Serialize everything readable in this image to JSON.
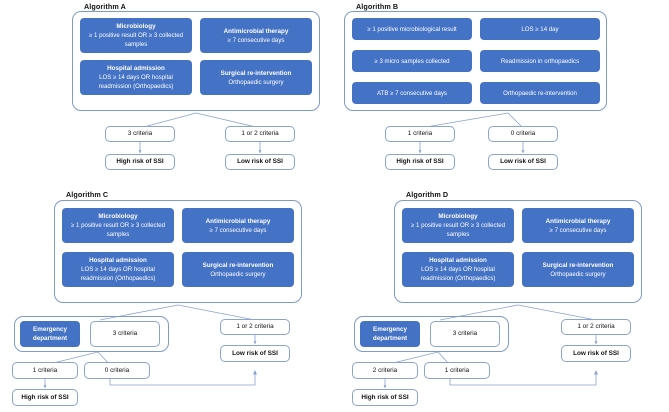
{
  "figure": {
    "type": "flowchart-set",
    "panels": 4,
    "accent_blue": "#4472C4",
    "outline_blue": "#8AA4CF",
    "background": "#FFFFFF"
  },
  "algorithm_a": {
    "title": "Algorithm A",
    "criteria": [
      {
        "heading": "Microbiology",
        "detail": "≥ 1 positive result OR ≥ 3 collected samples"
      },
      {
        "heading": "Antimicrobial therapy",
        "detail": "≥ 7 consecutive days"
      },
      {
        "heading": "Hospital admission",
        "detail": "LOS ≥ 14 days OR hospital readmission (Orthopaedics)"
      },
      {
        "heading": "Surgical re-intervention",
        "detail": "Orthopaedic surgery"
      }
    ],
    "branches": [
      {
        "condition": "3 criteria",
        "outcome": "High risk of SSI"
      },
      {
        "condition": "1 or 2 criteria",
        "outcome": "Low risk of SSI"
      }
    ]
  },
  "algorithm_b": {
    "title": "Algorithm B",
    "criteria": [
      {
        "heading": "",
        "detail": "≥ 1 positive microbiological result"
      },
      {
        "heading": "",
        "detail": "LOS ≥ 14 day"
      },
      {
        "heading": "",
        "detail": "≥ 3 micro samples collected"
      },
      {
        "heading": "",
        "detail": "Readmission in orthopaedics"
      },
      {
        "heading": "",
        "detail": "ATB ≥ 7 consecutive days"
      },
      {
        "heading": "",
        "detail": "Orthopaedic re-intervention"
      }
    ],
    "branches": [
      {
        "condition": "1 criteria",
        "outcome": "High risk of SSI"
      },
      {
        "condition": "0 criteria",
        "outcome": "Low risk of SSI"
      }
    ]
  },
  "algorithm_c": {
    "title": "Algorithm C",
    "criteria": [
      {
        "heading": "Microbiology",
        "detail": "≥ 1 positive result OR ≥ 3 collected samples"
      },
      {
        "heading": "Antimicrobial therapy",
        "detail": "≥ 7 consecutive days"
      },
      {
        "heading": "Hospital admission",
        "detail": "LOS ≥ 14 days OR hospital readmission (Orthopaedics)"
      },
      {
        "heading": "Surgical re-intervention",
        "detail": "Orthopaedic surgery"
      }
    ],
    "second_stage": {
      "emergency_label_line1": "Emergency",
      "emergency_label_line2": "department",
      "condition_left": "3 criteria",
      "condition_right": "1 or 2 criteria"
    },
    "third_stage": {
      "condition_a": "1 criteria",
      "condition_b": "0 criteria"
    },
    "outcomes": {
      "high": "High risk of SSI",
      "low": "Low risk of SSI"
    }
  },
  "algorithm_d": {
    "title": "Algorithm D",
    "criteria": [
      {
        "heading": "Microbiology",
        "detail": "≥ 1 positive result OR ≥ 3 collected samples"
      },
      {
        "heading": "Antimicrobial therapy",
        "detail": "≥ 7 consecutive days"
      },
      {
        "heading": "Hospital admission",
        "detail": "LOS ≥ 14 days OR hospital readmission (Orthopaedics)"
      },
      {
        "heading": "Surgical re-intervention",
        "detail": "Orthopaedic surgery"
      }
    ],
    "second_stage": {
      "emergency_label_line1": "Emergency",
      "emergency_label_line2": "department",
      "condition_left": "3 criteria",
      "condition_right": "1 or 2 criteria"
    },
    "third_stage": {
      "condition_a": "2 criteria",
      "condition_b": "1 criteria"
    },
    "outcomes": {
      "high": "High risk of SSI",
      "low": "Low risk of SSI"
    }
  }
}
